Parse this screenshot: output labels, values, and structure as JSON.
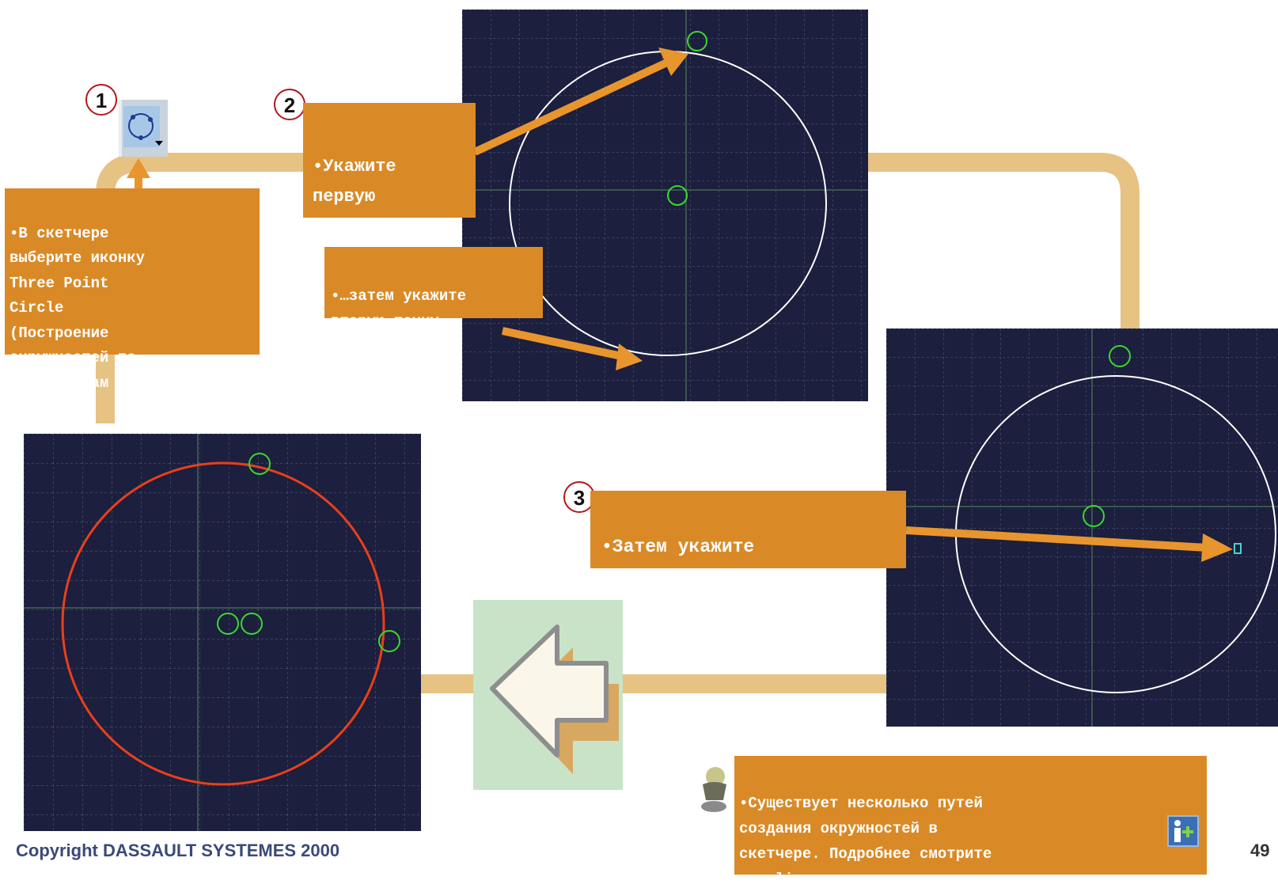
{
  "steps": [
    {
      "number": "1",
      "text": "•В скетчере\nвыберите иконку\nThree Point\nCircle\n(Построение\nокружностей по\nтрем точкам"
    },
    {
      "number": "2",
      "text": "•Укажите\nпервую\nточку"
    },
    {
      "number": "",
      "text": "•…затем укажите\nвторую точку"
    },
    {
      "number": "3",
      "text": "•Затем укажите\nтретью точку"
    }
  ],
  "tip": {
    "text": "•Существует несколько путей\nсоздания окружностей в\nскетчере. Подробнее смотрите\nв online документации"
  },
  "footer": {
    "copyright": "Copyright DASSAULT SYSTEMES 2000",
    "page_number": "49"
  },
  "colors": {
    "panel_bg": "#1c1f3d",
    "grid": "#5a5f7d",
    "note_bg": "#d98a27",
    "arrow": "#e8952e",
    "path": "#e6c283",
    "circle_preview": "#ffffff",
    "circle_result": "#e8401c",
    "point_marker": "#3bd82d"
  },
  "icons": [
    "three-point-circle-icon",
    "back-arrow-icon",
    "wizard-icon",
    "info-plus-icon"
  ]
}
